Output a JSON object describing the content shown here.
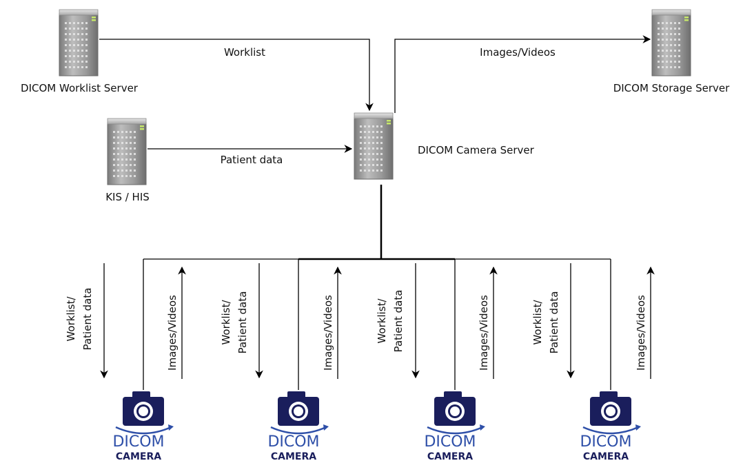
{
  "nodes": {
    "worklist_server": {
      "label": "DICOM Worklist Server"
    },
    "storage_server": {
      "label": "DICOM Storage Server"
    },
    "kis_his": {
      "label": "KIS / HIS"
    },
    "camera_server": {
      "label": "DICOM Camera Server"
    }
  },
  "edges": {
    "worklist": "Worklist",
    "images_videos": "Images/Videos",
    "patient_data": "Patient data"
  },
  "camera_links": [
    {
      "down_line1": "Worklist/",
      "down_line2": "Patient data",
      "up_label": "Images/Videos"
    },
    {
      "down_line1": "Worklist/",
      "down_line2": "Patient data",
      "up_label": "Images/Videos"
    },
    {
      "down_line1": "Worklist/",
      "down_line2": "Patient data",
      "up_label": "Images/Videos"
    },
    {
      "down_line1": "Worklist/",
      "down_line2": "Patient data",
      "up_label": "Images/Videos"
    }
  ],
  "cameras": [
    {
      "line1": "DICOM",
      "line2": "CAMERA"
    },
    {
      "line1": "DICOM",
      "line2": "CAMERA"
    },
    {
      "line1": "DICOM",
      "line2": "CAMERA"
    },
    {
      "line1": "DICOM",
      "line2": "CAMERA"
    }
  ],
  "colors": {
    "line": "#000000",
    "server_gray": "#8c8c8c",
    "server_light": "#d9d9d9",
    "server_led": "#c6e86a",
    "camera_navy": "#1a1e5c",
    "camera_blue": "#2e4fa8"
  }
}
